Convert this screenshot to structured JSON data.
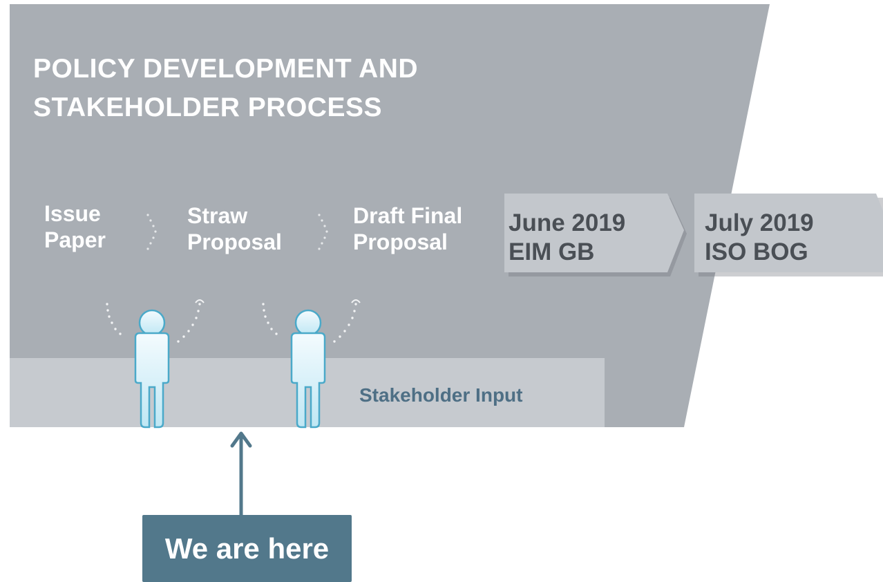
{
  "title": {
    "line1": "POLICY DEVELOPMENT AND",
    "line2": "STAKEHOLDER PROCESS"
  },
  "stages": [
    {
      "line1": "Issue",
      "line2": "Paper"
    },
    {
      "line1": "Straw",
      "line2": "Proposal"
    },
    {
      "line1": "Draft Final",
      "line2": "Proposal"
    }
  ],
  "milestones": [
    {
      "line1": "June 2019",
      "line2": "EIM GB"
    },
    {
      "line1": "July 2019",
      "line2": "ISO BOG"
    }
  ],
  "stakeholder_input": "Stakeholder Input",
  "current_position": "We are here",
  "colors": {
    "panel": "#a9aeb4",
    "input_band": "#c6cacf",
    "chevron": "#c3c7cc",
    "accent": "#52788b",
    "input_text": "#4e6f85",
    "person_fill": "#dff3fa",
    "person_stroke": "#4aa9c9"
  }
}
